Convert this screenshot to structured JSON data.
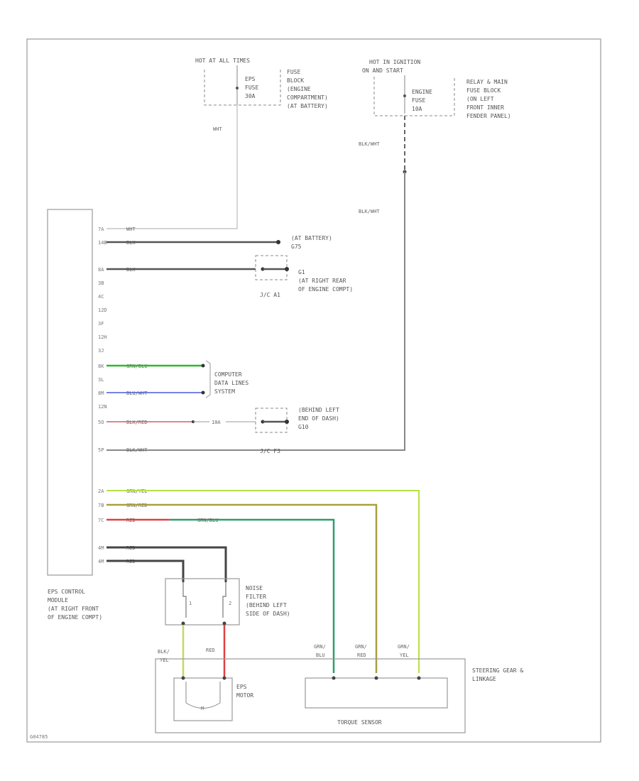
{
  "fuse_blocks": {
    "hot_at_all_times": "HOT AT ALL TIMES",
    "eps_fuse_labels": [
      "EPS",
      "FUSE",
      "30A"
    ],
    "fuse_block_engine_labels": [
      "FUSE",
      "BLOCK",
      "(ENGINE",
      "COMPARTMENT)",
      "(AT BATTERY)"
    ],
    "hot_in_ignition_labels": [
      "HOT IN IGNITION",
      "ON AND START"
    ],
    "engine_fuse_labels": [
      "ENGINE",
      "FUSE",
      "10A"
    ],
    "relay_main_fuse_block_labels": [
      "RELAY & MAIN",
      "FUSE BLOCK",
      "(ON LEFT",
      "FRONT INNER",
      "FENDER PANEL)"
    ]
  },
  "wire_colors": {
    "whit": "WHT",
    "blk_wht_1": "BLK/WHT",
    "blk_wht_2": "BLK/WHT"
  },
  "control_module": {
    "label_lines": [
      "EPS CONTROL",
      "MODULE",
      "(AT RIGHT FRONT",
      "OF ENGINE COMPT)"
    ],
    "pins": [
      {
        "pin": "7A",
        "wire": "WHT"
      },
      {
        "pin": "14B",
        "wire": "BLK"
      },
      {
        "pin": "8A",
        "wire": "BLK"
      },
      {
        "pin": "3B",
        "wire": ""
      },
      {
        "pin": "4C",
        "wire": ""
      },
      {
        "pin": "12D",
        "wire": ""
      },
      {
        "pin": "3F",
        "wire": ""
      },
      {
        "pin": "12H",
        "wire": ""
      },
      {
        "pin": "3J",
        "wire": ""
      },
      {
        "pin": "8K",
        "wire": "GRN/BLU"
      },
      {
        "pin": "3L",
        "wire": ""
      },
      {
        "pin": "8M",
        "wire": "BLU/WHT"
      },
      {
        "pin": "12N",
        "wire": ""
      },
      {
        "pin": "5O",
        "wire": "BLK/RED"
      },
      {
        "pin": "5P",
        "wire": "BLK/WHT"
      },
      {
        "pin": "2A",
        "wire": "GRN/YEL"
      },
      {
        "pin": "7B",
        "wire": "GRN/RED"
      },
      {
        "pin": "7C",
        "wire": "RED"
      },
      {
        "pin": "4M",
        "wire": "RED"
      },
      {
        "pin": "4M",
        "wire": "RED"
      }
    ]
  },
  "grounds": {
    "g1_labels": [
      "(AT BATTERY)",
      "G75"
    ],
    "g2_labels": [
      "G1",
      "(AT RIGHT REAR",
      "OF ENGINE COMPT)"
    ],
    "jc_a": "J/C A1",
    "g3_labels": [
      "(BEHIND LEFT",
      "END OF DASH)",
      "G10"
    ],
    "jc_b": "J/C F3",
    "fuse_10a": "10A"
  },
  "data_lines": [
    "COMPUTER",
    "DATA LINES",
    "SYSTEM"
  ],
  "green_blu_2": "GRN/BLU",
  "noise_filter": {
    "labels": [
      "NOISE",
      "FILTER",
      "(BEHIND LEFT",
      "SIDE OF DASH)"
    ],
    "pin1": "1",
    "pin2": "2"
  },
  "motor_wires": {
    "left": [
      "BLK/",
      "YEL"
    ],
    "right": "RED"
  },
  "steering": {
    "label_lines": [
      "STEERING GEAR &",
      "LINKAGE"
    ],
    "wires": [
      [
        "GRN/",
        "BLU"
      ],
      [
        "GRN/",
        "RED"
      ],
      [
        "GRN/",
        "YEL"
      ]
    ],
    "eps_motor": [
      "EPS",
      "MOTOR"
    ],
    "motor_symbol": "M",
    "torque_sensor": "TORQUE SENSOR"
  },
  "footer_code": "G04785",
  "colors": {
    "green": "#2eb82e",
    "blue": "#4a5bd8",
    "red": "#e04040",
    "yellow_green": "#b8e04a",
    "olive": "#a8a040",
    "dark": "#444444",
    "gray": "#9a9a9a"
  }
}
